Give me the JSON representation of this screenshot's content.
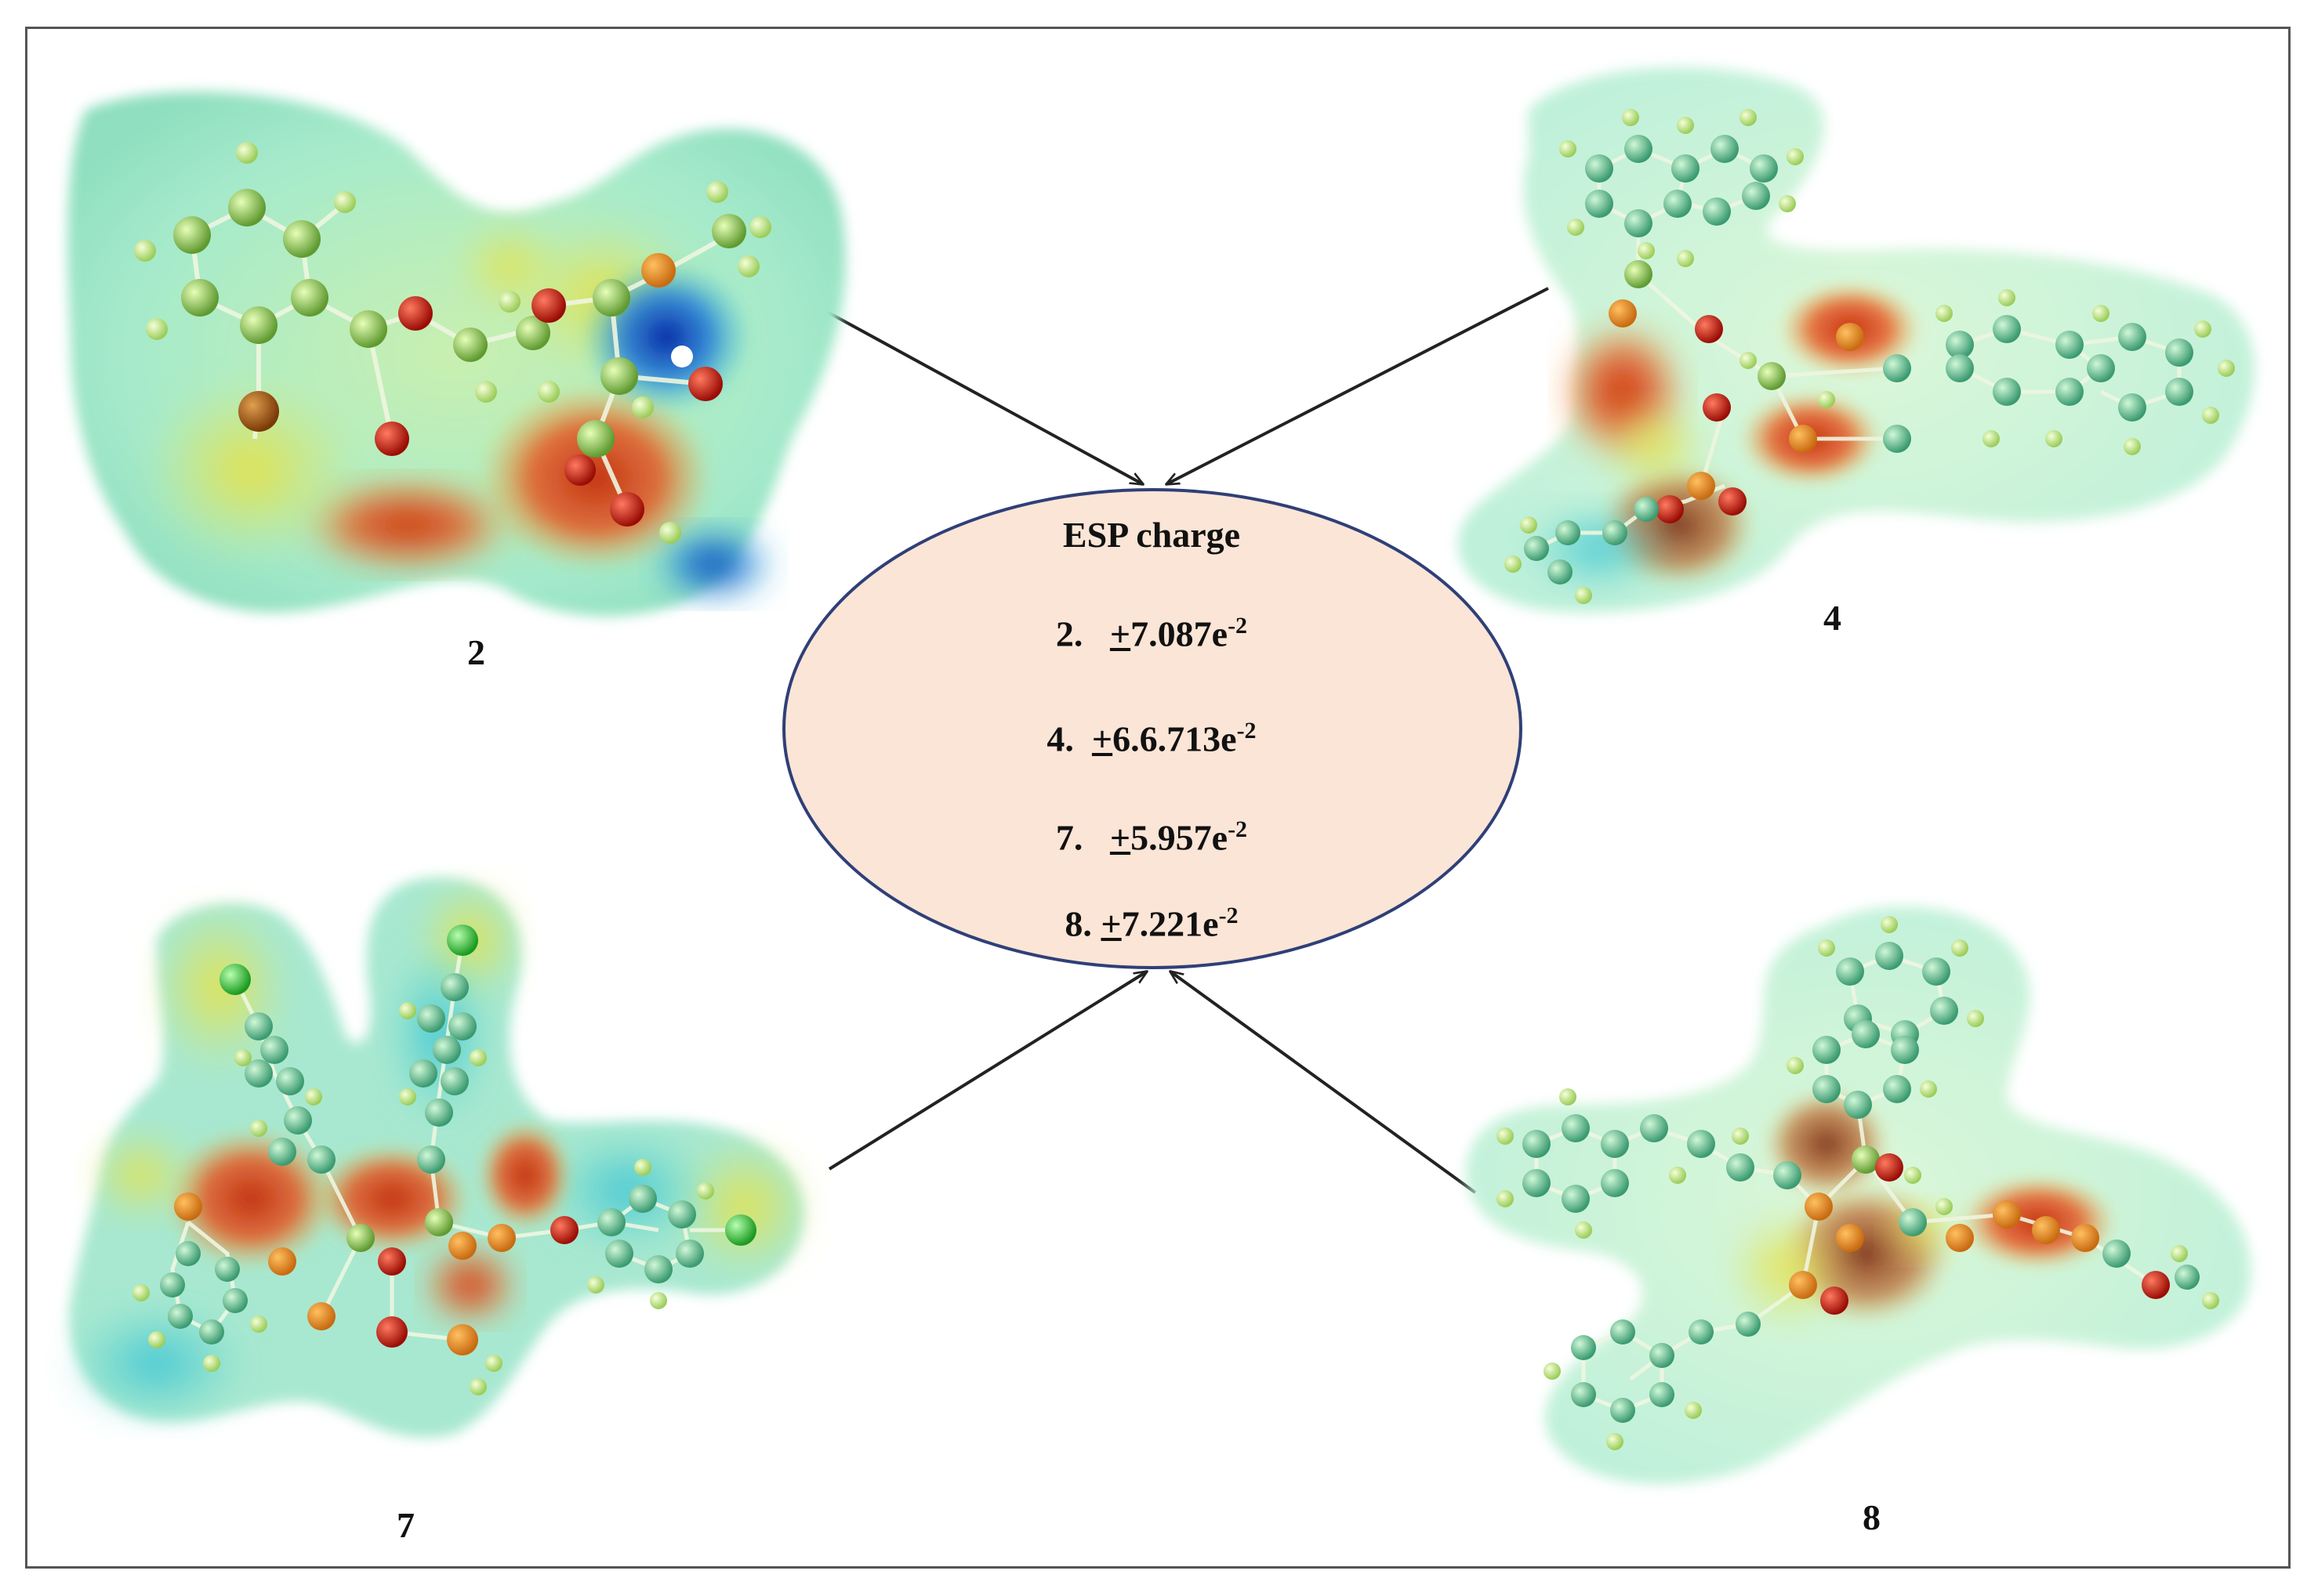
{
  "colors": {
    "ellipse_fill": "#fbe5d6",
    "ellipse_stroke": "#2f3f78",
    "arrow": "#222222",
    "surface_green": "#9fe8c0",
    "surface_yellow": "#e7e35a",
    "surface_red": "#e03b14",
    "surface_blue": "#1848c8",
    "atom_carbon": "#8fbf5a",
    "atom_oxygen": "#c41a10",
    "atom_hydrogen": "#c8f28a",
    "atom_chlorine": "#35c23a",
    "atom_bromine": "#a05a10"
  },
  "center": {
    "title": "ESP charge",
    "entries": [
      {
        "id": "2.",
        "sign": "+",
        "value": "7.087e",
        "exp": "-2"
      },
      {
        "id": "4.",
        "sign": "+",
        "value": "6.6.713e",
        "exp": "-2"
      },
      {
        "id": "7.",
        "sign": "+",
        "value": "5.957e",
        "exp": "-2"
      },
      {
        "id": "8.",
        "sign": "+",
        "value": "7.221e",
        "exp": "-2"
      }
    ]
  },
  "molecules": [
    {
      "label": "2"
    },
    {
      "label": "4"
    },
    {
      "label": "7"
    },
    {
      "label": "8"
    }
  ]
}
